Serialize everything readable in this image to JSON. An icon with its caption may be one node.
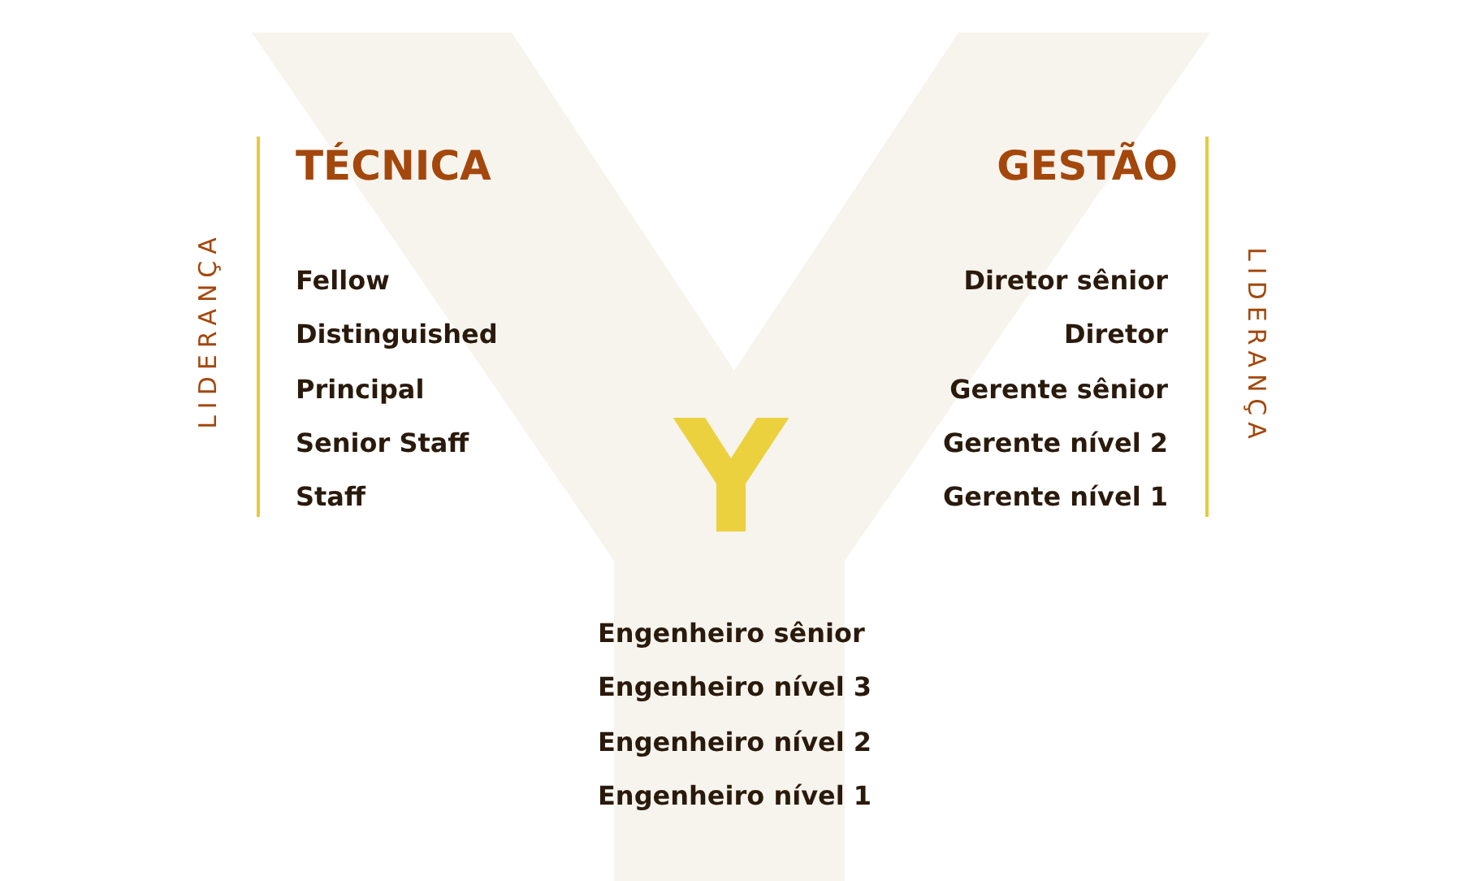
{
  "diagram": {
    "labels": [
      "TÉCNICA",
      "Fellow",
      "Distinguished",
      "Principal",
      "Senior Staff",
      "Staff",
      "LIDERANÇA",
      "GESTÃO",
      "Diretor sênior",
      "Diretor",
      "Gerente sênior",
      "Gerente nível 2",
      "Gerente nível 1",
      "LIDERANÇA",
      "Y",
      "Engenheiro sênior",
      "Engenheiro nível 3",
      "Engenheiro nível 2",
      "Engenheiro nível 1"
    ]
  }
}
